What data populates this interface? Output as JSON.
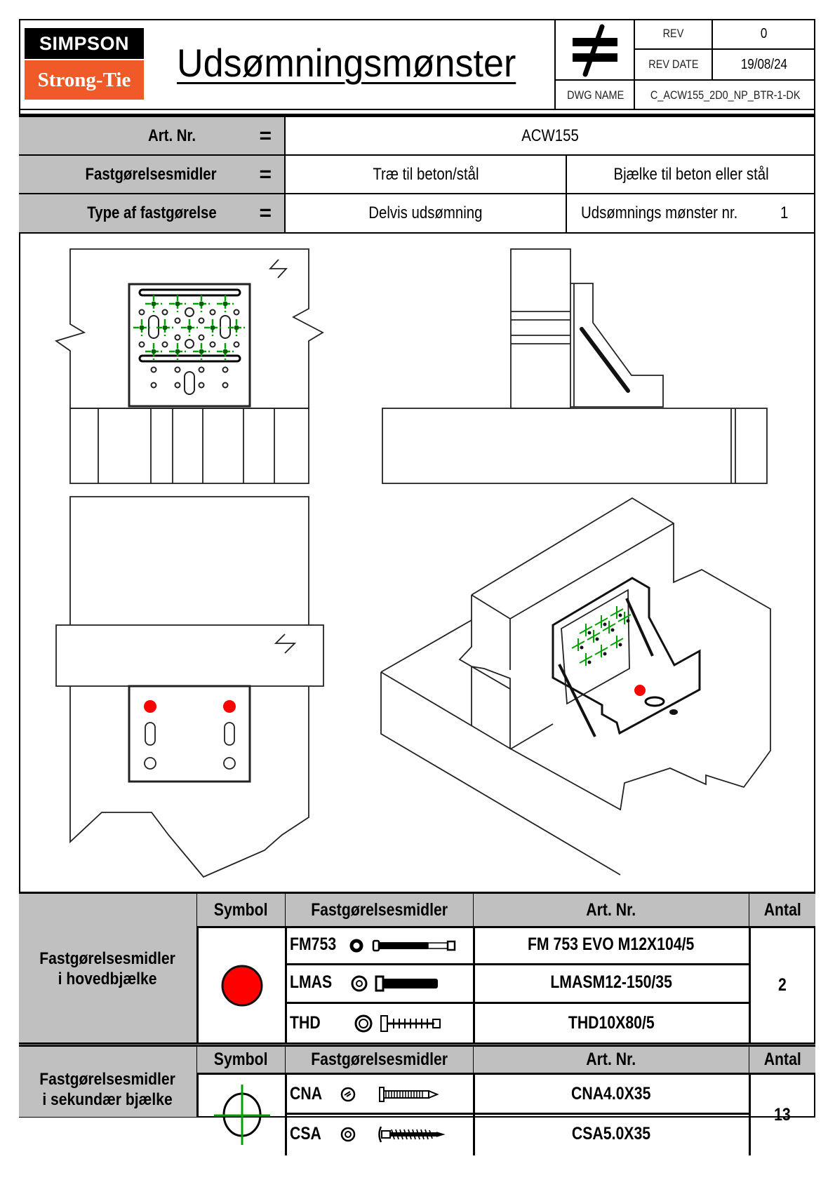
{
  "header": {
    "logo_top": "SIMPSON",
    "logo_bottom": "Strong-Tie",
    "title": "Udsømningsmønster",
    "rev_label": "REV",
    "rev_value": "0",
    "rev_date_label": "REV DATE",
    "rev_date_value": "19/08/24",
    "dwg_name_label": "DWG NAME",
    "dwg_name_value": "C_ACW155_2D0_NP_BTR-1-DK",
    "symbol_icon": "not-equal-icon"
  },
  "info": {
    "equals": "=",
    "rows": [
      {
        "label": "Art. Nr.",
        "values": [
          "ACW155"
        ]
      },
      {
        "label": "Fastgørelsesmidler",
        "values": [
          "Træ til beton/stål",
          "Bjælke til beton eller stål"
        ]
      },
      {
        "label": "Type af fastgørelse",
        "values": [
          "Delvis udsømning",
          "Udsømnings mønster nr."
        ],
        "pattern_number": "1"
      }
    ]
  },
  "drawings": {
    "views": [
      "front-view",
      "side-view",
      "top-view",
      "isometric-view"
    ],
    "colors": {
      "primary_fastener": "#ff0000",
      "secondary_fastener": "#00a000"
    }
  },
  "table_primary": {
    "group_label_line1": "Fastgørelsesmidler",
    "group_label_line2": "i hovedbjælke",
    "headers": {
      "symbol": "Symbol",
      "fastener": "Fastgørelsesmidler",
      "art_nr": "Art. Nr.",
      "qty": "Antal"
    },
    "symbol": "red-dot-icon",
    "rows": [
      {
        "name": "FM753",
        "art_nr": "FM 753 EVO M12X104/5"
      },
      {
        "name": "LMAS",
        "art_nr": "LMASM12-150/35"
      },
      {
        "name": "THD",
        "art_nr": "THD10X80/5"
      }
    ],
    "qty": "2"
  },
  "table_secondary": {
    "group_label_line1": "Fastgørelsesmidler",
    "group_label_line2": "i sekundær bjælke",
    "headers": {
      "symbol": "Symbol",
      "fastener": "Fastgørelsesmidler",
      "art_nr": "Art. Nr.",
      "qty": "Antal"
    },
    "symbol": "green-crosshair-icon",
    "rows": [
      {
        "name": "CNA",
        "art_nr": "CNA4.0X35"
      },
      {
        "name": "CSA",
        "art_nr": "CSA5.0X35"
      }
    ],
    "qty": "13"
  }
}
